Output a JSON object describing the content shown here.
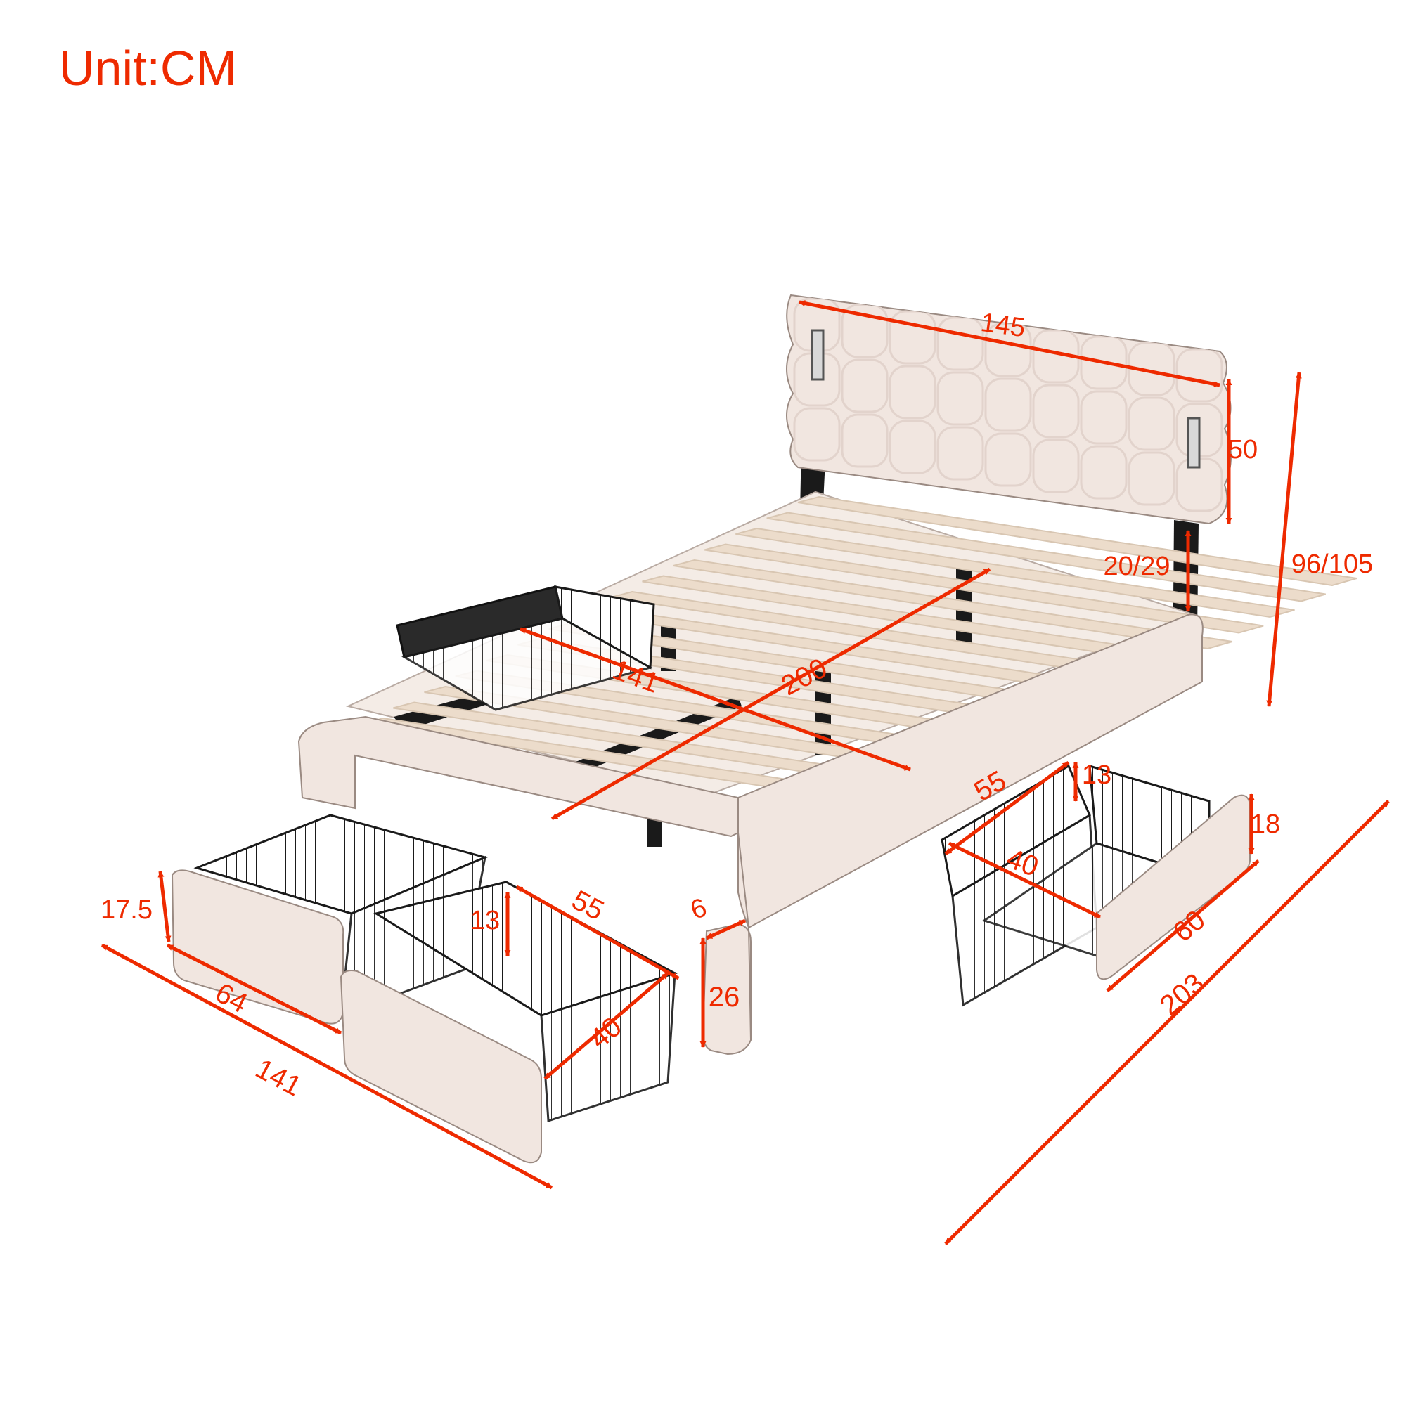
{
  "unit_label": "Unit:CM",
  "colors": {
    "dimension": "#ee2a00",
    "fabric": "#f1e6e0",
    "fabric_shade": "#e2d3cc",
    "slat": "#ecdccb",
    "slat_shade": "#d8c6b2",
    "metal": "#1a1a1a",
    "outline": "#9a8a82"
  },
  "dimensions": {
    "headboard_width": "145",
    "headboard_height": "50",
    "leg_clearance": "20/29",
    "total_height": "96/105",
    "inner_width": "141",
    "inner_length": "200",
    "outer_length": "203",
    "outer_width": "141",
    "drawer_front_width": "64",
    "drawer_front_height": "17.5",
    "drawer_left_depth": "55",
    "drawer_left_basket_height": "13",
    "drawer_left_basket_width": "40",
    "side_rail_thickness": "6",
    "side_rail_height": "26",
    "drawer_right_depth": "55",
    "drawer_right_basket_height": "13",
    "drawer_right_basket_width": "40",
    "drawer_right_front_height": "18",
    "drawer_right_front_width": "60"
  }
}
